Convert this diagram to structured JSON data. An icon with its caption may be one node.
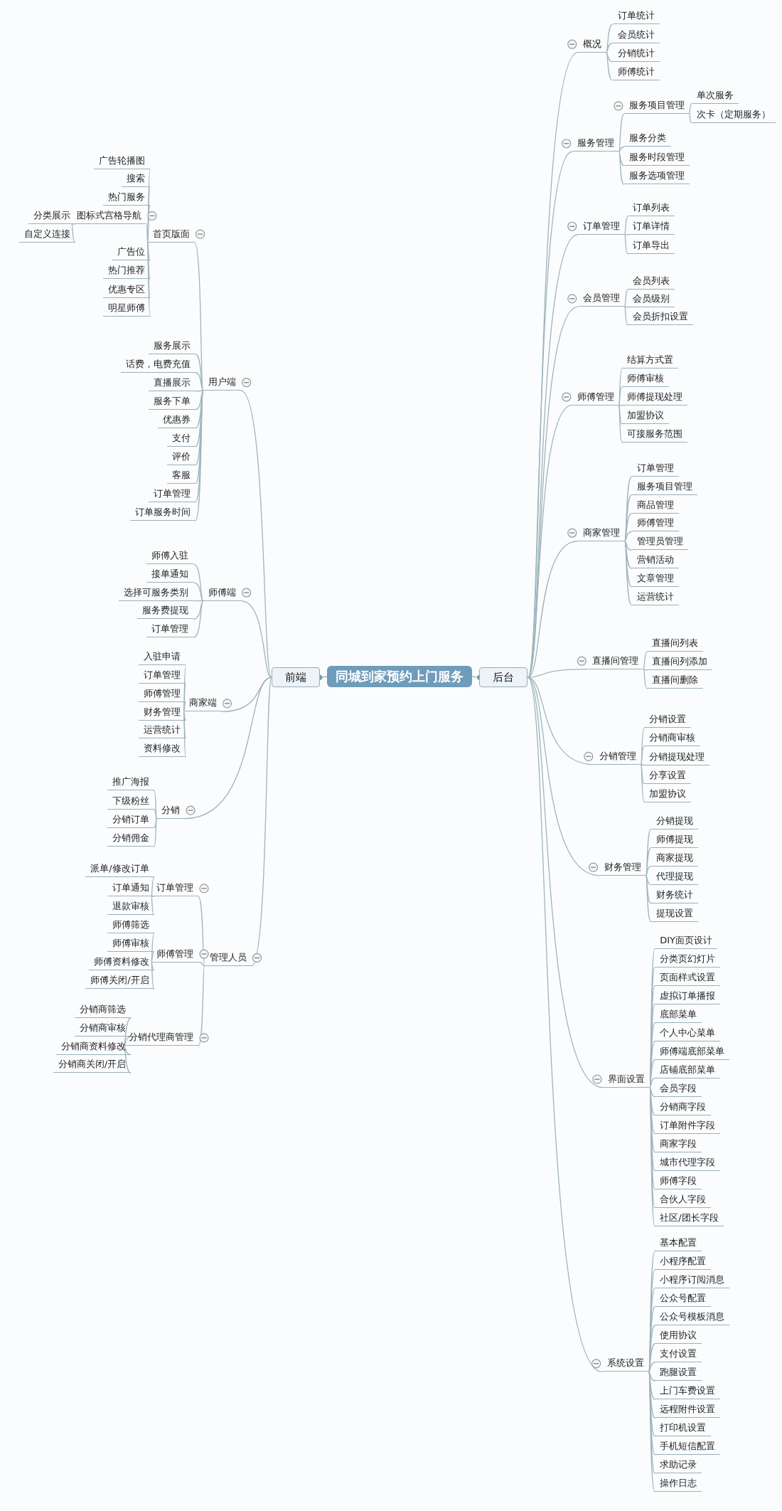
{
  "diagram": {
    "nodes": [
      {
        "text": [
          "同城到家预约上门服务"
        ]
      },
      {
        "text": [
          "前端"
        ]
      },
      {
        "text": [
          "后台"
        ]
      },
      {
        "text": [
          "用户端"
        ]
      },
      {
        "text": [
          "首页版面"
        ]
      },
      {
        "text": [
          "广告轮播图"
        ]
      },
      {
        "text": [
          "搜索"
        ]
      },
      {
        "text": [
          "热门服务"
        ]
      },
      {
        "text": [
          "图标式宫格导航"
        ]
      },
      {
        "text": [
          "分类展示"
        ]
      },
      {
        "text": [
          "自定义连接"
        ]
      },
      {
        "text": [
          "广告位"
        ]
      },
      {
        "text": [
          "热门推荐"
        ]
      },
      {
        "text": [
          "优惠专区"
        ]
      },
      {
        "text": [
          "明星师傅"
        ]
      },
      {
        "text": [
          "服务展示"
        ]
      },
      {
        "text": [
          "话费，电费充值"
        ]
      },
      {
        "text": [
          "直播展示"
        ]
      },
      {
        "text": [
          "服务下单"
        ]
      },
      {
        "text": [
          "优惠券"
        ]
      },
      {
        "text": [
          "支付"
        ]
      },
      {
        "text": [
          "评价"
        ]
      },
      {
        "text": [
          "客服"
        ]
      },
      {
        "text": [
          "订单管理"
        ]
      },
      {
        "text": [
          "订单服务时间"
        ]
      },
      {
        "text": [
          "师傅端"
        ]
      },
      {
        "text": [
          "师傅入驻"
        ]
      },
      {
        "text": [
          "接单通知"
        ]
      },
      {
        "text": [
          "选择可服务类别"
        ]
      },
      {
        "text": [
          "服务费提现"
        ]
      },
      {
        "text": [
          "订单管理"
        ]
      },
      {
        "text": [
          "商家端"
        ]
      },
      {
        "text": [
          "入驻申请"
        ]
      },
      {
        "text": [
          "订单管理"
        ]
      },
      {
        "text": [
          "师傅管理"
        ]
      },
      {
        "text": [
          "财务管理"
        ]
      },
      {
        "text": [
          "运营统计"
        ]
      },
      {
        "text": [
          "资料修改"
        ]
      },
      {
        "text": [
          "分销"
        ]
      },
      {
        "text": [
          "推广海报"
        ]
      },
      {
        "text": [
          "下级粉丝"
        ]
      },
      {
        "text": [
          "分销订单"
        ]
      },
      {
        "text": [
          "分销佣金"
        ]
      },
      {
        "text": [
          "管理人员"
        ]
      },
      {
        "text": [
          "订单管理"
        ]
      },
      {
        "text": [
          "派单/修改订单"
        ]
      },
      {
        "text": [
          "订单通知"
        ]
      },
      {
        "text": [
          "退款审核"
        ]
      },
      {
        "text": [
          "师傅管理"
        ]
      },
      {
        "text": [
          "师傅筛选"
        ]
      },
      {
        "text": [
          "师傅审核"
        ]
      },
      {
        "text": [
          "师傅资料修改"
        ]
      },
      {
        "text": [
          "师傅关闭/开启"
        ]
      },
      {
        "text": [
          "分销代理商管理"
        ]
      },
      {
        "text": [
          "分销商筛选"
        ]
      },
      {
        "text": [
          "分销商审核"
        ]
      },
      {
        "text": [
          "分销商资料修改"
        ]
      },
      {
        "text": [
          "分销商关闭/开启"
        ]
      },
      {
        "text": [
          "概况"
        ]
      },
      {
        "text": [
          "订单统计"
        ]
      },
      {
        "text": [
          "会员统计"
        ]
      },
      {
        "text": [
          "分销统计"
        ]
      },
      {
        "text": [
          "师傅统计"
        ]
      },
      {
        "text": [
          "服务管理"
        ]
      },
      {
        "text": [
          "服务项目管理"
        ]
      },
      {
        "text": [
          "单次服务"
        ]
      },
      {
        "text": [
          "次卡（定期服务）"
        ]
      },
      {
        "text": [
          "服务分类"
        ]
      },
      {
        "text": [
          "服务时段管理"
        ]
      },
      {
        "text": [
          "服务选项管理"
        ]
      },
      {
        "text": [
          "订单管理"
        ]
      },
      {
        "text": [
          "订单列表"
        ]
      },
      {
        "text": [
          "订单详情"
        ]
      },
      {
        "text": [
          "订单导出"
        ]
      },
      {
        "text": [
          "会员管理"
        ]
      },
      {
        "text": [
          "会员列表"
        ]
      },
      {
        "text": [
          "会员级别"
        ]
      },
      {
        "text": [
          "会员折扣设置"
        ]
      },
      {
        "text": [
          "师傅管理"
        ]
      },
      {
        "text": [
          "结算方式置"
        ]
      },
      {
        "text": [
          "师傅审核"
        ]
      },
      {
        "text": [
          "师傅提现处理"
        ]
      },
      {
        "text": [
          "加盟协议"
        ]
      },
      {
        "text": [
          "可接服务范围"
        ]
      },
      {
        "text": [
          "商家管理"
        ]
      },
      {
        "text": [
          "订单管理"
        ]
      },
      {
        "text": [
          "服务项目管理"
        ]
      },
      {
        "text": [
          "商品管理"
        ]
      },
      {
        "text": [
          "师傅管理"
        ]
      },
      {
        "text": [
          "管理员管理"
        ]
      },
      {
        "text": [
          "营销活动"
        ]
      },
      {
        "text": [
          "文章管理"
        ]
      },
      {
        "text": [
          "运营统计"
        ]
      },
      {
        "text": [
          "直播间管理"
        ]
      },
      {
        "text": [
          "直播间列表"
        ]
      },
      {
        "text": [
          "直播间列添加"
        ]
      },
      {
        "text": [
          "直播间删除"
        ]
      },
      {
        "text": [
          "分销管理"
        ]
      },
      {
        "text": [
          "分销设置"
        ]
      },
      {
        "text": [
          "分销商审核"
        ]
      },
      {
        "text": [
          "分销提现处理"
        ]
      },
      {
        "text": [
          "分享设置"
        ]
      },
      {
        "text": [
          "加盟协议"
        ]
      },
      {
        "text": [
          "财务管理"
        ]
      },
      {
        "text": [
          "分销提现"
        ]
      },
      {
        "text": [
          "师傅提现"
        ]
      },
      {
        "text": [
          "商家提现"
        ]
      },
      {
        "text": [
          "代理提现"
        ]
      },
      {
        "text": [
          "财务统计"
        ]
      },
      {
        "text": [
          "提现设置"
        ]
      },
      {
        "text": [
          "界面设置"
        ]
      },
      {
        "text": [
          "DIY面页设计"
        ]
      },
      {
        "text": [
          "分类页幻灯片"
        ]
      },
      {
        "text": [
          "页面样式设置"
        ]
      },
      {
        "text": [
          "虚拟订单播报"
        ]
      },
      {
        "text": [
          "底部菜单"
        ]
      },
      {
        "text": [
          "个人中心菜单"
        ]
      },
      {
        "text": [
          "师傅端底部菜单"
        ]
      },
      {
        "text": [
          "店铺底部菜单"
        ]
      },
      {
        "text": [
          "会员字段"
        ]
      },
      {
        "text": [
          "分销商字段"
        ]
      },
      {
        "text": [
          "订单附件字段"
        ]
      },
      {
        "text": [
          "商家字段"
        ]
      },
      {
        "text": [
          "城市代理字段"
        ]
      },
      {
        "text": [
          "师傅字段"
        ]
      },
      {
        "text": [
          "合伙人字段"
        ]
      },
      {
        "text": [
          "社区/团长字段"
        ]
      },
      {
        "text": [
          "系统设置"
        ]
      },
      {
        "text": [
          "基本配置"
        ]
      },
      {
        "text": [
          "小程序配置"
        ]
      },
      {
        "text": [
          "小程序订阅消息"
        ]
      },
      {
        "text": [
          "公众号配置"
        ]
      },
      {
        "text": [
          "公众号模板消息"
        ]
      },
      {
        "text": [
          "使用协议"
        ]
      },
      {
        "text": [
          "支付设置"
        ]
      },
      {
        "text": [
          "跑腿设置"
        ]
      },
      {
        "text": [
          "上门车费设置"
        ]
      },
      {
        "text": [
          "远程附件设置"
        ]
      },
      {
        "text": [
          "打印机设置"
        ]
      },
      {
        "text": [
          "手机短信配置"
        ]
      },
      {
        "text": [
          "求助记录"
        ]
      },
      {
        "text": [
          "操作日志"
        ]
      }
    ],
    "edges": [
      {
        "from": 0,
        "to": 1,
        "arrow": "other"
      },
      {
        "from": 0,
        "to": 2,
        "arrow": "other"
      },
      {
        "from": 1,
        "to": 3,
        "arrow": "none"
      },
      {
        "from": 3,
        "to": 4,
        "arrow": "none"
      },
      {
        "from": 4,
        "to": 5,
        "arrow": "none"
      },
      {
        "from": 4,
        "to": 6,
        "arrow": "none"
      },
      {
        "from": 4,
        "to": 7,
        "arrow": "none"
      },
      {
        "from": 4,
        "to": 8,
        "arrow": "none"
      },
      {
        "from": 8,
        "to": 9,
        "arrow": "none"
      },
      {
        "from": 8,
        "to": 10,
        "arrow": "none"
      },
      {
        "from": 4,
        "to": 11,
        "arrow": "none"
      },
      {
        "from": 4,
        "to": 12,
        "arrow": "none"
      },
      {
        "from": 4,
        "to": 13,
        "arrow": "none"
      },
      {
        "from": 4,
        "to": 14,
        "arrow": "none"
      },
      {
        "from": 3,
        "to": 15,
        "arrow": "none"
      },
      {
        "from": 3,
        "to": 16,
        "arrow": "none"
      },
      {
        "from": 3,
        "to": 17,
        "arrow": "none"
      },
      {
        "from": 3,
        "to": 18,
        "arrow": "none"
      },
      {
        "from": 3,
        "to": 19,
        "arrow": "none"
      },
      {
        "from": 3,
        "to": 20,
        "arrow": "none"
      },
      {
        "from": 3,
        "to": 21,
        "arrow": "none"
      },
      {
        "from": 3,
        "to": 22,
        "arrow": "none"
      },
      {
        "from": 3,
        "to": 23,
        "arrow": "none"
      },
      {
        "from": 3,
        "to": 24,
        "arrow": "none"
      },
      {
        "from": 1,
        "to": 25,
        "arrow": "none"
      },
      {
        "from": 25,
        "to": 26,
        "arrow": "none"
      },
      {
        "from": 25,
        "to": 27,
        "arrow": "none"
      },
      {
        "from": 25,
        "to": 28,
        "arrow": "none"
      },
      {
        "from": 25,
        "to": 29,
        "arrow": "none"
      },
      {
        "from": 25,
        "to": 30,
        "arrow": "none"
      },
      {
        "from": 1,
        "to": 31,
        "arrow": "none"
      },
      {
        "from": 31,
        "to": 32,
        "arrow": "none"
      },
      {
        "from": 31,
        "to": 33,
        "arrow": "none"
      },
      {
        "from": 31,
        "to": 34,
        "arrow": "none"
      },
      {
        "from": 31,
        "to": 35,
        "arrow": "none"
      },
      {
        "from": 31,
        "to": 36,
        "arrow": "none"
      },
      {
        "from": 31,
        "to": 37,
        "arrow": "none"
      },
      {
        "from": 1,
        "to": 38,
        "arrow": "none"
      },
      {
        "from": 38,
        "to": 39,
        "arrow": "none"
      },
      {
        "from": 38,
        "to": 40,
        "arrow": "none"
      },
      {
        "from": 38,
        "to": 41,
        "arrow": "none"
      },
      {
        "from": 38,
        "to": 42,
        "arrow": "none"
      },
      {
        "from": 1,
        "to": 43,
        "arrow": "none"
      },
      {
        "from": 43,
        "to": 44,
        "arrow": "none"
      },
      {
        "from": 44,
        "to": 45,
        "arrow": "none"
      },
      {
        "from": 44,
        "to": 46,
        "arrow": "none"
      },
      {
        "from": 44,
        "to": 47,
        "arrow": "none"
      },
      {
        "from": 43,
        "to": 48,
        "arrow": "none"
      },
      {
        "from": 48,
        "to": 49,
        "arrow": "none"
      },
      {
        "from": 48,
        "to": 50,
        "arrow": "none"
      },
      {
        "from": 48,
        "to": 51,
        "arrow": "none"
      },
      {
        "from": 48,
        "to": 52,
        "arrow": "none"
      },
      {
        "from": 43,
        "to": 53,
        "arrow": "none"
      },
      {
        "from": 53,
        "to": 54,
        "arrow": "none"
      },
      {
        "from": 53,
        "to": 55,
        "arrow": "none"
      },
      {
        "from": 53,
        "to": 56,
        "arrow": "none"
      },
      {
        "from": 53,
        "to": 57,
        "arrow": "none"
      },
      {
        "from": 2,
        "to": 58,
        "arrow": "none"
      },
      {
        "from": 58,
        "to": 59,
        "arrow": "none"
      },
      {
        "from": 58,
        "to": 60,
        "arrow": "none"
      },
      {
        "from": 58,
        "to": 61,
        "arrow": "none"
      },
      {
        "from": 58,
        "to": 62,
        "arrow": "none"
      },
      {
        "from": 2,
        "to": 63,
        "arrow": "none"
      },
      {
        "from": 63,
        "to": 64,
        "arrow": "none"
      },
      {
        "from": 64,
        "to": 65,
        "arrow": "none"
      },
      {
        "from": 64,
        "to": 66,
        "arrow": "none"
      },
      {
        "from": 63,
        "to": 67,
        "arrow": "none"
      },
      {
        "from": 63,
        "to": 68,
        "arrow": "none"
      },
      {
        "from": 63,
        "to": 69,
        "arrow": "none"
      },
      {
        "from": 2,
        "to": 70,
        "arrow": "none"
      },
      {
        "from": 70,
        "to": 71,
        "arrow": "none"
      },
      {
        "from": 70,
        "to": 72,
        "arrow": "none"
      },
      {
        "from": 70,
        "to": 73,
        "arrow": "none"
      },
      {
        "from": 2,
        "to": 74,
        "arrow": "none"
      },
      {
        "from": 74,
        "to": 75,
        "arrow": "none"
      },
      {
        "from": 74,
        "to": 76,
        "arrow": "none"
      },
      {
        "from": 74,
        "to": 77,
        "arrow": "none"
      },
      {
        "from": 2,
        "to": 78,
        "arrow": "none"
      },
      {
        "from": 78,
        "to": 79,
        "arrow": "none"
      },
      {
        "from": 78,
        "to": 80,
        "arrow": "none"
      },
      {
        "from": 78,
        "to": 81,
        "arrow": "none"
      },
      {
        "from": 78,
        "to": 82,
        "arrow": "none"
      },
      {
        "from": 78,
        "to": 83,
        "arrow": "none"
      },
      {
        "from": 2,
        "to": 84,
        "arrow": "none"
      },
      {
        "from": 84,
        "to": 85,
        "arrow": "none"
      },
      {
        "from": 84,
        "to": 86,
        "arrow": "none"
      },
      {
        "from": 84,
        "to": 87,
        "arrow": "none"
      },
      {
        "from": 84,
        "to": 88,
        "arrow": "none"
      },
      {
        "from": 84,
        "to": 89,
        "arrow": "none"
      },
      {
        "from": 84,
        "to": 90,
        "arrow": "none"
      },
      {
        "from": 84,
        "to": 91,
        "arrow": "none"
      },
      {
        "from": 84,
        "to": 92,
        "arrow": "none"
      },
      {
        "from": 2,
        "to": 93,
        "arrow": "none"
      },
      {
        "from": 93,
        "to": 94,
        "arrow": "none"
      },
      {
        "from": 93,
        "to": 95,
        "arrow": "none"
      },
      {
        "from": 93,
        "to": 96,
        "arrow": "none"
      },
      {
        "from": 2,
        "to": 97,
        "arrow": "none"
      },
      {
        "from": 97,
        "to": 98,
        "arrow": "none"
      },
      {
        "from": 97,
        "to": 99,
        "arrow": "none"
      },
      {
        "from": 97,
        "to": 100,
        "arrow": "none"
      },
      {
        "from": 97,
        "to": 101,
        "arrow": "none"
      },
      {
        "from": 97,
        "to": 102,
        "arrow": "none"
      },
      {
        "from": 2,
        "to": 103,
        "arrow": "none"
      },
      {
        "from": 103,
        "to": 104,
        "arrow": "none"
      },
      {
        "from": 103,
        "to": 105,
        "arrow": "none"
      },
      {
        "from": 103,
        "to": 106,
        "arrow": "none"
      },
      {
        "from": 103,
        "to": 107,
        "arrow": "none"
      },
      {
        "from": 103,
        "to": 108,
        "arrow": "none"
      },
      {
        "from": 103,
        "to": 109,
        "arrow": "none"
      },
      {
        "from": 2,
        "to": 110,
        "arrow": "none"
      },
      {
        "from": 110,
        "to": 111,
        "arrow": "none"
      },
      {
        "from": 110,
        "to": 112,
        "arrow": "none"
      },
      {
        "from": 110,
        "to": 113,
        "arrow": "none"
      },
      {
        "from": 110,
        "to": 114,
        "arrow": "none"
      },
      {
        "from": 110,
        "to": 115,
        "arrow": "none"
      },
      {
        "from": 110,
        "to": 116,
        "arrow": "none"
      },
      {
        "from": 110,
        "to": 117,
        "arrow": "none"
      },
      {
        "from": 110,
        "to": 118,
        "arrow": "none"
      },
      {
        "from": 110,
        "to": 119,
        "arrow": "none"
      },
      {
        "from": 110,
        "to": 120,
        "arrow": "none"
      },
      {
        "from": 110,
        "to": 121,
        "arrow": "none"
      },
      {
        "from": 110,
        "to": 122,
        "arrow": "none"
      },
      {
        "from": 110,
        "to": 123,
        "arrow": "none"
      },
      {
        "from": 110,
        "to": 124,
        "arrow": "none"
      },
      {
        "from": 110,
        "to": 125,
        "arrow": "none"
      },
      {
        "from": 110,
        "to": 126,
        "arrow": "none"
      },
      {
        "from": 2,
        "to": 127,
        "arrow": "none"
      },
      {
        "from": 127,
        "to": 128,
        "arrow": "none"
      },
      {
        "from": 127,
        "to": 129,
        "arrow": "none"
      },
      {
        "from": 127,
        "to": 130,
        "arrow": "none"
      },
      {
        "from": 127,
        "to": 131,
        "arrow": "none"
      },
      {
        "from": 127,
        "to": 132,
        "arrow": "none"
      },
      {
        "from": 127,
        "to": 133,
        "arrow": "none"
      },
      {
        "from": 127,
        "to": 134,
        "arrow": "none"
      },
      {
        "from": 127,
        "to": 135,
        "arrow": "none"
      },
      {
        "from": 127,
        "to": 136,
        "arrow": "none"
      },
      {
        "from": 127,
        "to": 137,
        "arrow": "none"
      },
      {
        "from": 127,
        "to": 138,
        "arrow": "none"
      },
      {
        "from": 127,
        "to": 139,
        "arrow": "none"
      },
      {
        "from": 127,
        "to": 140,
        "arrow": "none"
      },
      {
        "from": 127,
        "to": 141,
        "arrow": "none"
      }
    ]
  }
}
